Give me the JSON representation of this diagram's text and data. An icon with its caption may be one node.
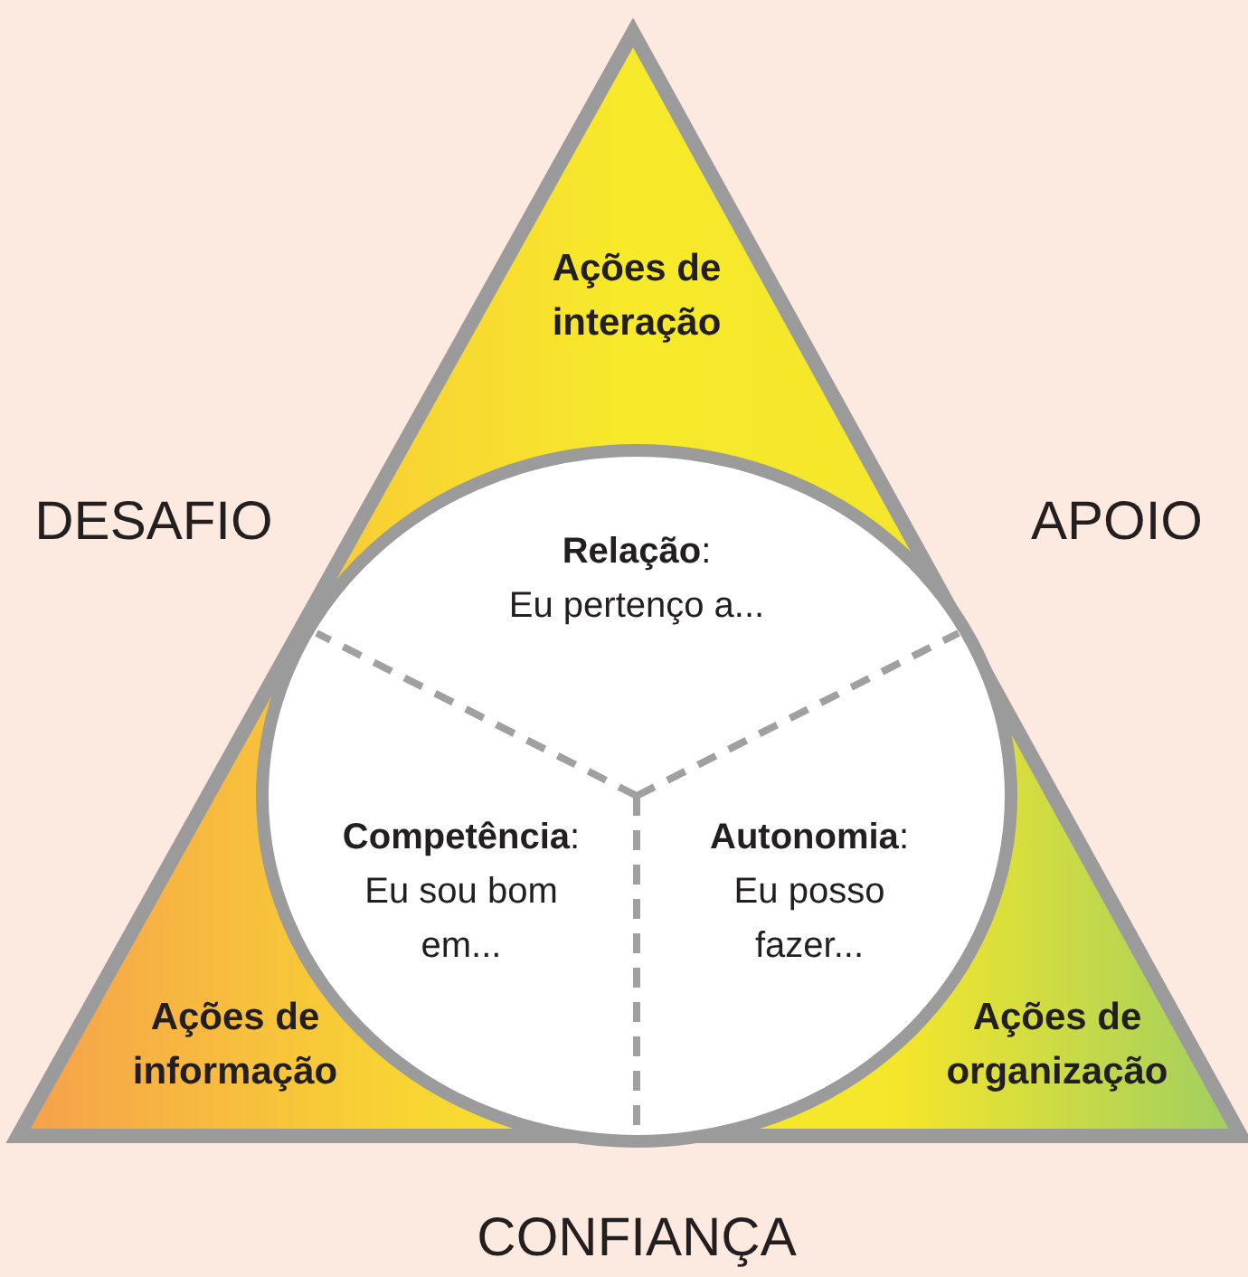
{
  "diagram": {
    "nodes": [
      {
        "text": [
          "Ações de interação"
        ]
      },
      {
        "text": [
          "**Relação**:",
          "Eu pertenço a..."
        ]
      },
      {
        "text": [
          "**Competência**:",
          "Eu sou bom em..."
        ]
      },
      {
        "text": [
          "**Autonomia**:",
          "Eu posso fazer..."
        ]
      },
      {
        "text": [
          "Ações de informação"
        ]
      },
      {
        "text": [
          "Ações de organização"
        ]
      }
    ],
    "labels": [
      "DESAFIO",
      "APOIO",
      "CONFIANÇA"
    ]
  }
}
